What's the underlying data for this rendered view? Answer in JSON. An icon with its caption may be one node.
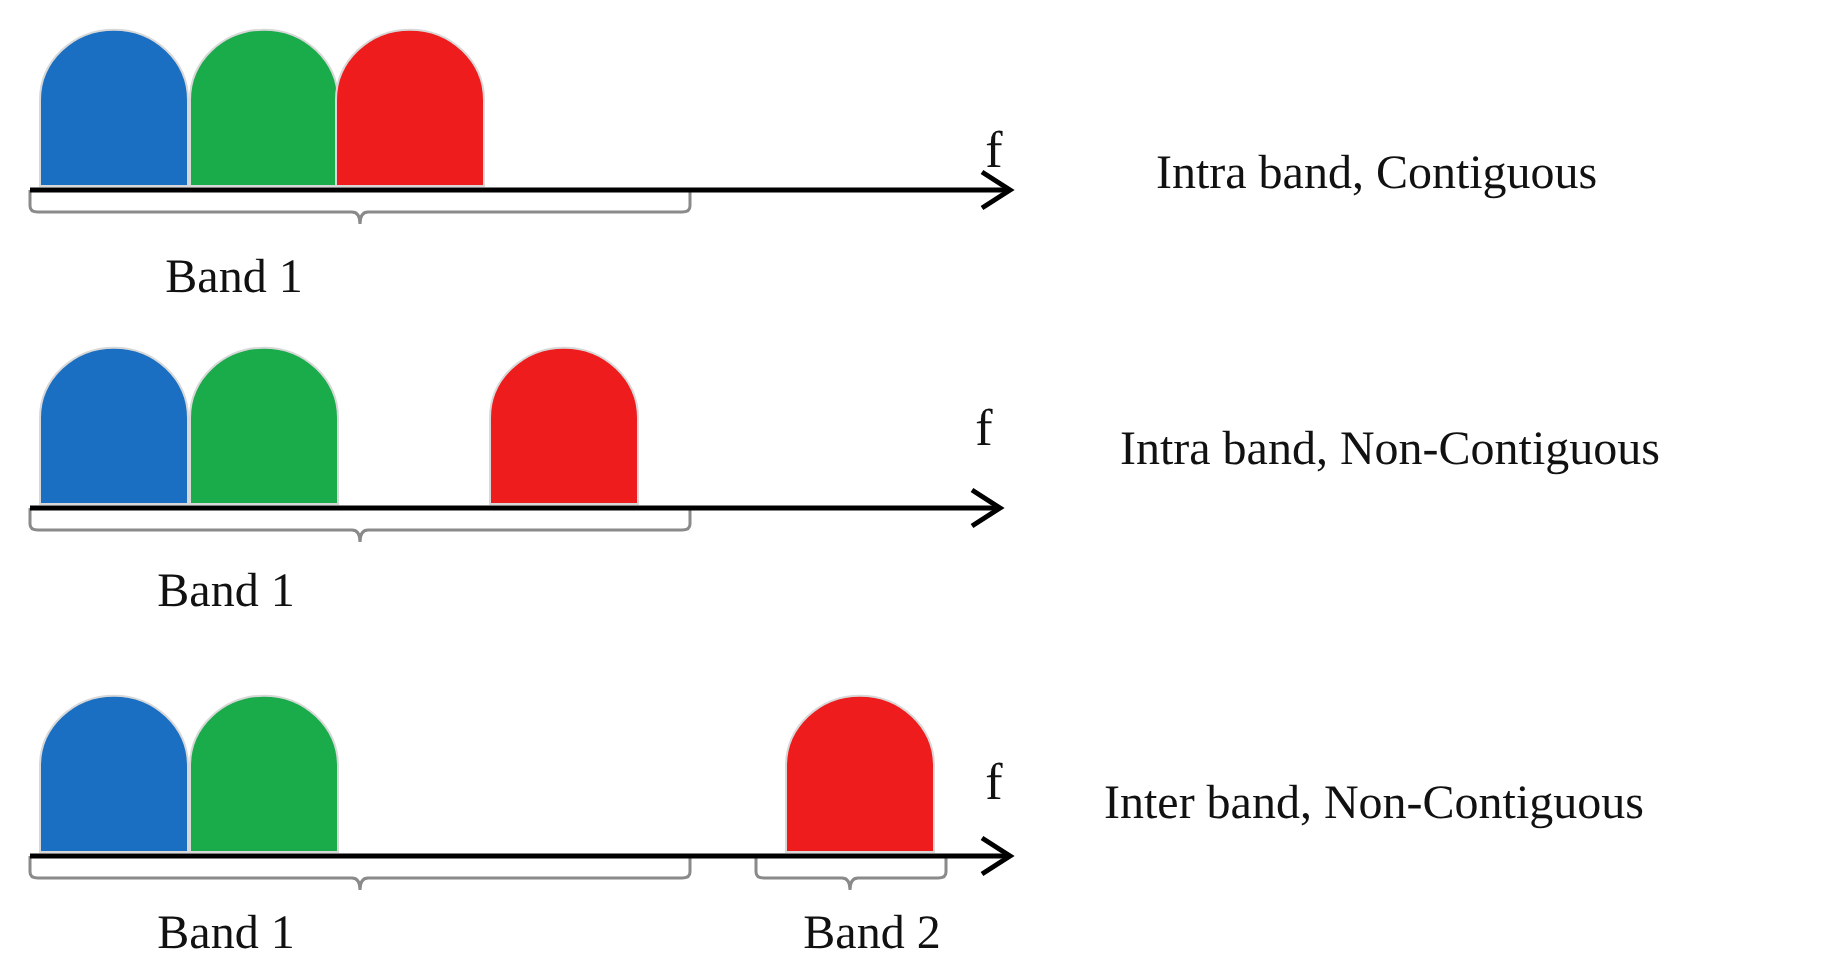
{
  "diagram": {
    "labels": [
      "f",
      "Intra band, Contiguous",
      "Band 1",
      "f",
      "Intra band, Non-Contiguous",
      "Band 1",
      "f",
      "Inter band, Non-Contiguous",
      "Band 1",
      "Band 2"
    ]
  }
}
